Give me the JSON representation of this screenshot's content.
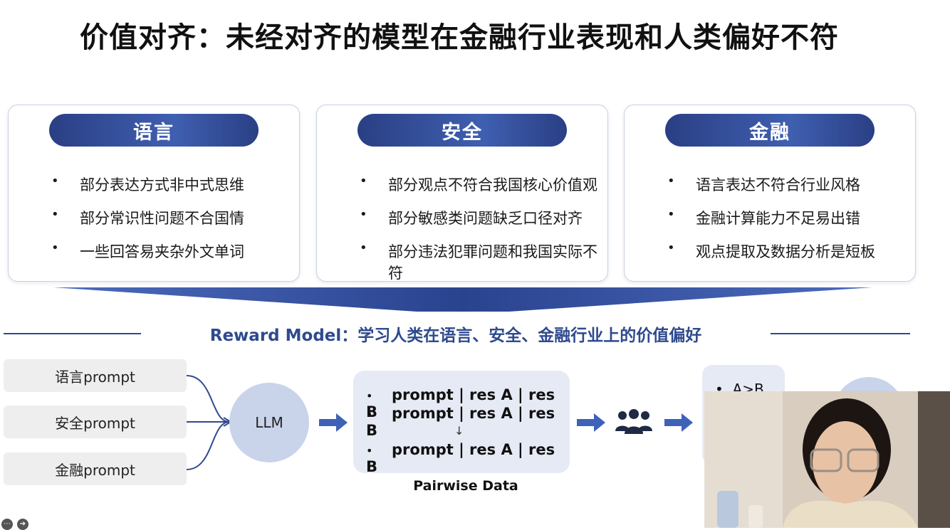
{
  "title": "价值对齐：未经对齐的模型在金融行业表现和人类偏好不符",
  "cards": [
    {
      "heading": "语言",
      "bullets": [
        "部分表达方式非中式思维",
        "部分常识性问题不合国情",
        "一些回答易夹杂外文单词"
      ]
    },
    {
      "heading": "安全",
      "bullets": [
        "部分观点不符合我国核心价值观",
        "部分敏感类问题缺乏口径对齐",
        "部分违法犯罪问题和我国实际不符"
      ]
    },
    {
      "heading": "金融",
      "bullets": [
        "语言表达不符合行业风格",
        "金融计算能力不足易出错",
        "观点提取及数据分析是短板"
      ]
    }
  ],
  "reward_model": {
    "title": "Reward Model：学习人类在语言、安全、金融行业上的价值偏好"
  },
  "pipeline": {
    "prompts": [
      "语言prompt",
      "安全prompt",
      "金融prompt"
    ],
    "llm_label": "LLM",
    "pairwise_rows": [
      "prompt | res A | res B",
      "prompt | res A | res B",
      "prompt | res A | res B"
    ],
    "down_arrow": "↓",
    "pairwise_caption": "Pairwise Data",
    "rank_text": "A>B"
  },
  "colors": {
    "primary": "#2e4a8e",
    "pill": "#3a55a0",
    "light_fill": "#e6eaf5",
    "circle": "#c9d3ea"
  }
}
